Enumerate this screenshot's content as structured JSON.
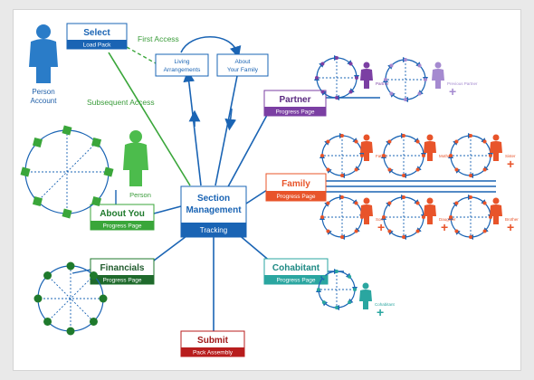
{
  "colors": {
    "blue": "#1a64b4",
    "blue_light": "#2a88d4",
    "green": "#3aa63a",
    "green_dark": "#1f7a2c",
    "purple": "#7b3fa3",
    "purple_light": "#a58ad0",
    "orange": "#e8542a",
    "teal": "#2aa6a0",
    "red": "#b81d1d",
    "text_green": "#3a9c3a"
  },
  "labels": {
    "person_account": "Person\nAccount",
    "first_access": "First Access",
    "subsequent_access": "Subsequent Access",
    "person": "Person"
  },
  "boxes": {
    "select": {
      "title": "Select",
      "sub": "Load Pack"
    },
    "living": "Living\nArrangements",
    "about_family": "About\nYour Family",
    "partner": {
      "title": "Partner",
      "sub": "Progress Page"
    },
    "section": {
      "title": "Section\nManagement",
      "sub": "Tracking"
    },
    "family": {
      "title": "Family",
      "sub": "Progress Page"
    },
    "about_you": {
      "title": "About You",
      "sub": "Progress Page"
    },
    "financials": {
      "title": "Financials",
      "sub": "Progress Page"
    },
    "cohabitant": {
      "title": "Cohabitant",
      "sub": "Progress Page"
    },
    "submit": {
      "title": "Submit",
      "sub": "Pack Assembly"
    }
  },
  "figures": {
    "partner": "Partner",
    "previous_partner": "Previous\nPartner",
    "father": "Father",
    "mother": "Mother",
    "sister": "Sister",
    "son": "Son",
    "daughter": "Daughter",
    "brother": "Brother",
    "cohabitant": "Cohabitant"
  },
  "icons": [
    "person-icon",
    "plus-icon"
  ]
}
